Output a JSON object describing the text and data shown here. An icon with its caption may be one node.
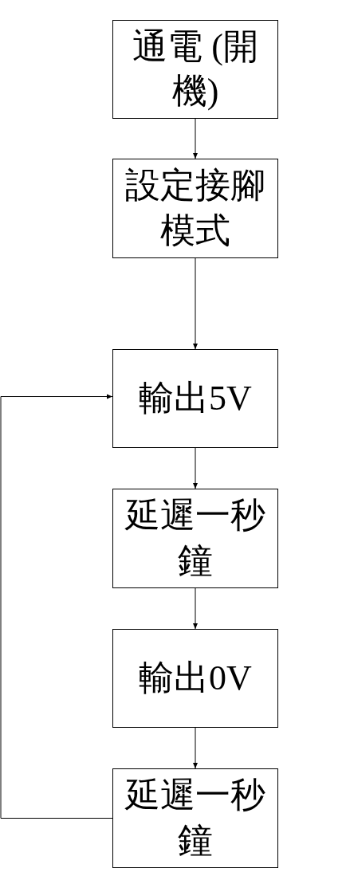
{
  "diagram": {
    "nodes": [
      {
        "text": [
          "通電 (開機)"
        ]
      },
      {
        "text": [
          "設定接腳模式"
        ]
      },
      {
        "text": [
          "輸出5V"
        ]
      },
      {
        "text": [
          "延遲一秒鐘"
        ]
      },
      {
        "text": [
          "輸出0V"
        ]
      },
      {
        "text": [
          "延遲一秒鐘"
        ]
      }
    ],
    "edges": [
      {
        "from": 0,
        "to": 1,
        "arrow": "to"
      },
      {
        "from": 1,
        "to": 2,
        "arrow": "to"
      },
      {
        "from": 2,
        "to": 3,
        "arrow": "to"
      },
      {
        "from": 3,
        "to": 4,
        "arrow": "to"
      },
      {
        "from": 4,
        "to": 5,
        "arrow": "to"
      },
      {
        "from": 5,
        "to": 2,
        "arrow": "to"
      }
    ]
  }
}
